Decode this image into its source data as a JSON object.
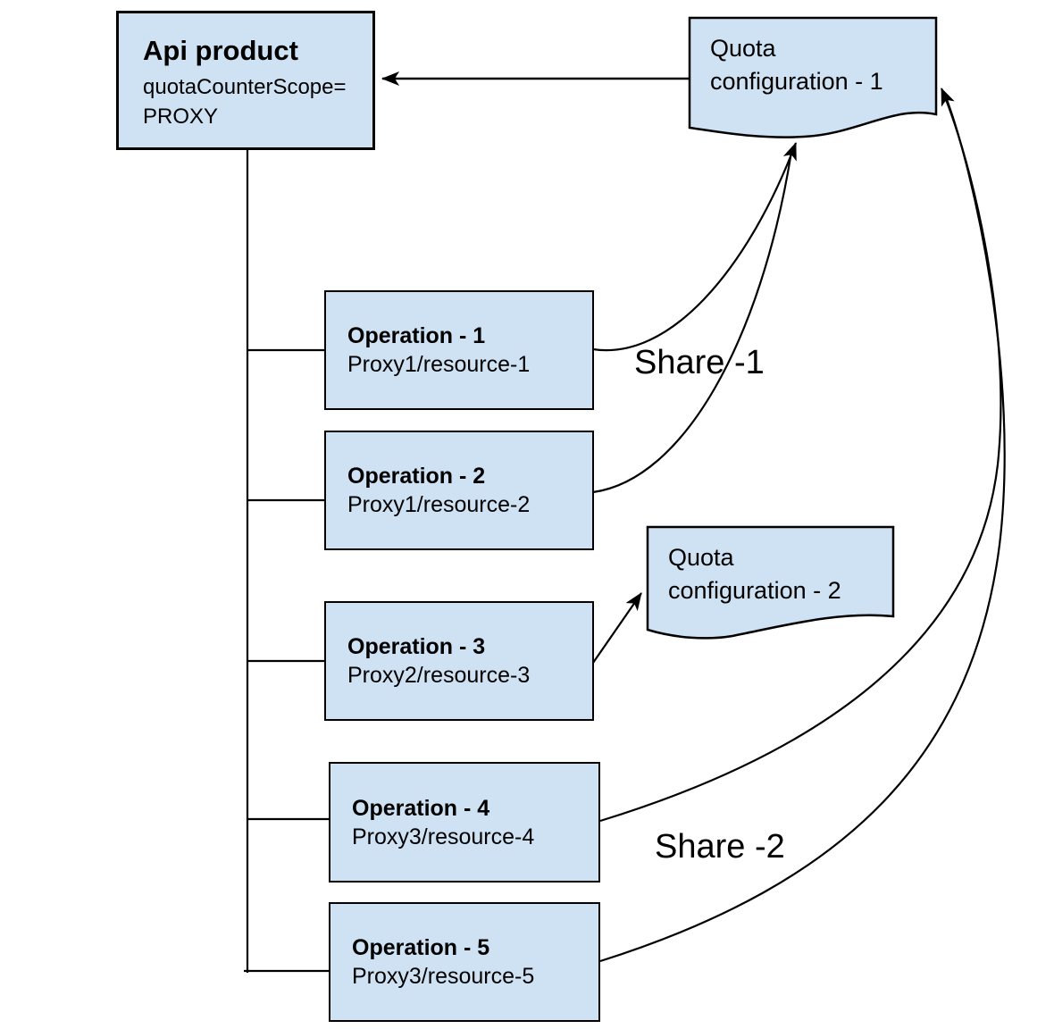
{
  "api_product": {
    "title": "Api product",
    "subtitle_line1": "quotaCounterScope=",
    "subtitle_line2": "PROXY"
  },
  "operations": [
    {
      "title": "Operation - 1",
      "path": "Proxy1/resource-1"
    },
    {
      "title": "Operation - 2",
      "path": "Proxy1/resource-2"
    },
    {
      "title": "Operation - 3",
      "path": "Proxy2/resource-3"
    },
    {
      "title": "Operation - 4",
      "path": "Proxy3/resource-4"
    },
    {
      "title": "Operation - 5",
      "path": "Proxy3/resource-5"
    }
  ],
  "quota_configs": [
    {
      "line1": "Quota",
      "line2": "configuration - 1"
    },
    {
      "line1": "Quota",
      "line2": "configuration - 2"
    }
  ],
  "share_labels": {
    "share1": "Share -1",
    "share2": "Share -2"
  },
  "colors": {
    "node_fill": "#cfe2f3",
    "line": "#000000"
  }
}
